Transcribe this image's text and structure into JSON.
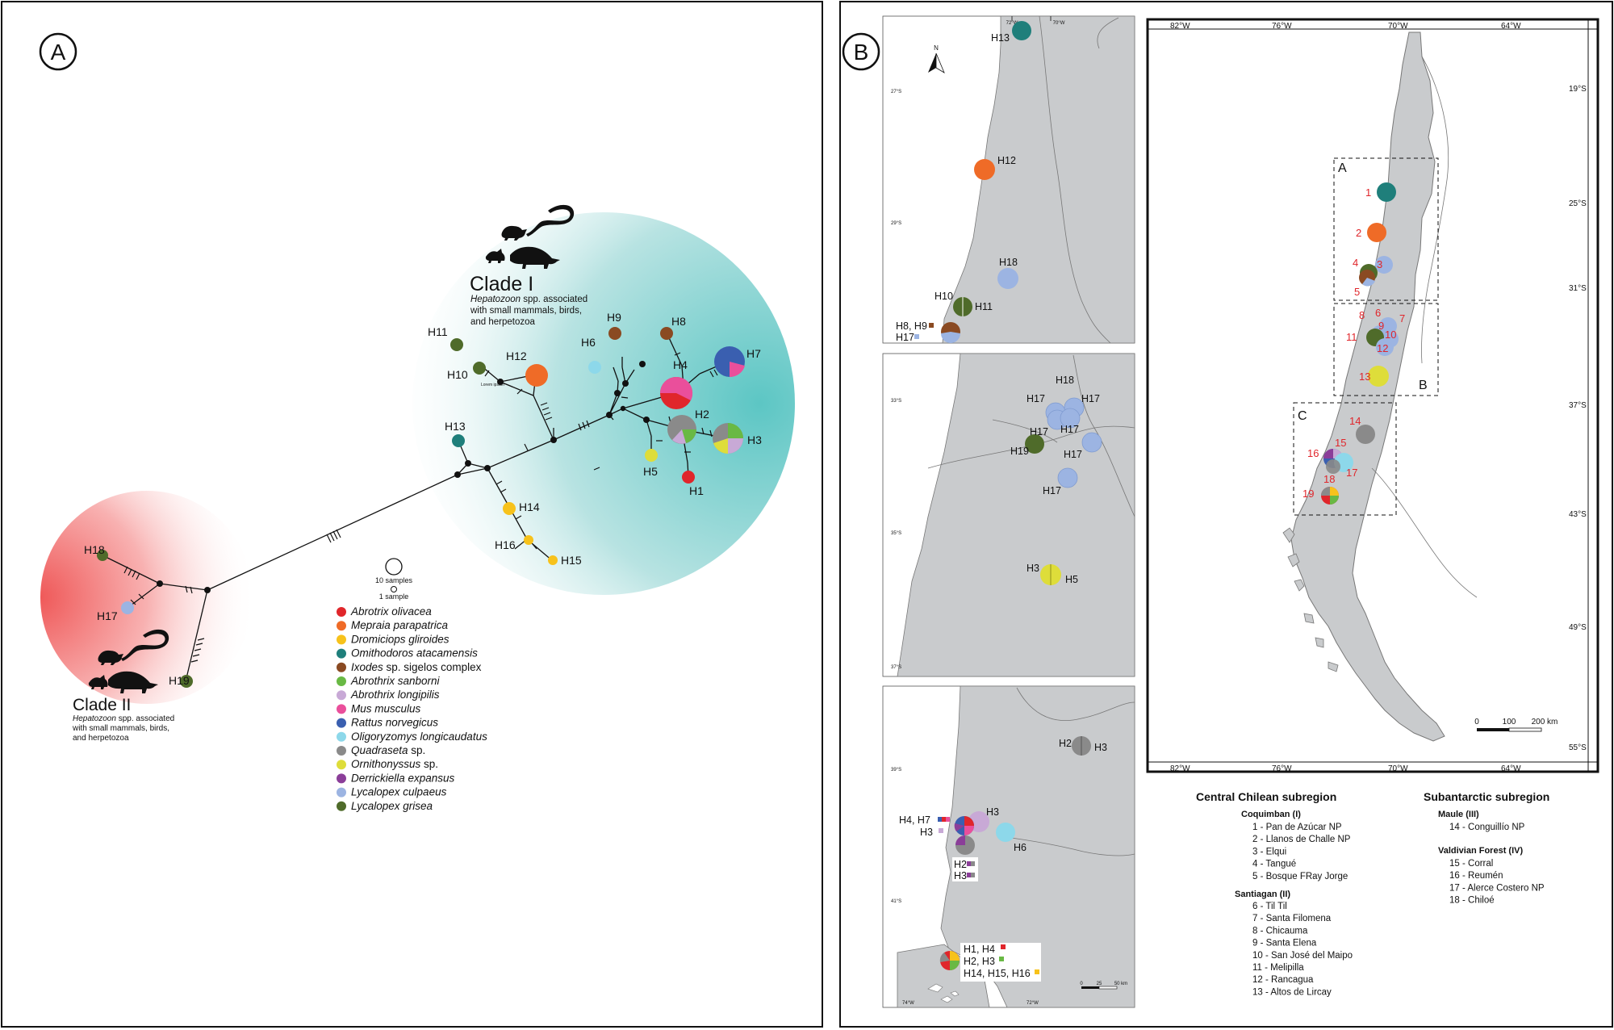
{
  "panel_a": {
    "label": "A",
    "clade1": {
      "title": "Clade I",
      "desc1_italic": "Hepatozoon",
      "desc1_rest": " spp. associated",
      "desc2": "with small mammals, birds,",
      "desc3": "and herpetozoa"
    },
    "clade2": {
      "title": "Clade II",
      "desc1_italic": "Hepatozoon",
      "desc1_rest": " spp. associated",
      "desc2": "with small mammals, birds,",
      "desc3": "and herpetozoa"
    },
    "lorem": "Lorem ipsum",
    "haplotypes": [
      "H1",
      "H2",
      "H3",
      "H4",
      "H5",
      "H6",
      "H7",
      "H8",
      "H9",
      "H10",
      "H11",
      "H12",
      "H13",
      "H14",
      "H15",
      "H16",
      "H17",
      "H18",
      "H19"
    ],
    "size_legend": {
      "big": "10 samples",
      "small": "1 sample"
    },
    "legend": [
      {
        "italic": "Abrotrix olivacea",
        "rest": "",
        "color": "#e0262b"
      },
      {
        "italic": "Mepraia parapatrica",
        "rest": "",
        "color": "#ef6b27"
      },
      {
        "italic": "Dromiciops gliroides",
        "rest": "",
        "color": "#f7c21b"
      },
      {
        "italic": "Omithodoros atacamensis",
        "rest": "",
        "color": "#1f7f7b"
      },
      {
        "italic": "Ixodes",
        "rest": " sp. sigelos complex",
        "color": "#8a4a22"
      },
      {
        "italic": "Abrothrix sanborni",
        "rest": "",
        "color": "#69b944"
      },
      {
        "italic": "Abrothrix longipilis",
        "rest": "",
        "color": "#c8a9d6"
      },
      {
        "italic": "Mus musculus",
        "rest": "",
        "color": "#ea4f9b"
      },
      {
        "italic": "Rattus norvegicus",
        "rest": "",
        "color": "#3a5fb0"
      },
      {
        "italic": "Oligoryzomys longicaudatus",
        "rest": "",
        "color": "#8dd8ea"
      },
      {
        "italic": "Quadraseta",
        "rest": " sp.",
        "color": "#8a8a8a"
      },
      {
        "italic": "Ornithonyssus",
        "rest": " sp.",
        "color": "#dedd3a"
      },
      {
        "italic": "Derrickiella expansus",
        "rest": "",
        "color": "#8b3e99"
      },
      {
        "italic": "Lycalopex culpaeus",
        "rest": "",
        "color": "#9cb4e2"
      },
      {
        "italic": "Lycalopex grisea",
        "rest": "",
        "color": "#4f6b2a"
      }
    ]
  },
  "panel_b": {
    "label": "B",
    "inset_a": {
      "lon_ticks": [
        "72°W",
        "70°W"
      ],
      "lat_ticks": [
        "27°S",
        "29°S"
      ],
      "labels": [
        "H13",
        "H12",
        "H18",
        "H10",
        "H11",
        "H8, H9",
        "H17"
      ]
    },
    "inset_b": {
      "lat_ticks": [
        "33°S",
        "35°S",
        "37°S"
      ],
      "labels": [
        "H18",
        "H17",
        "H17",
        "H17",
        "H17",
        "H19",
        "H17",
        "H17",
        "H3",
        "H5"
      ]
    },
    "inset_c": {
      "lat_ticks": [
        "39°S",
        "41°S"
      ],
      "lon_ticks": [
        "74°W",
        "72°W"
      ],
      "labels": [
        "H2",
        "H3",
        "H4, H7",
        "H3",
        "H3",
        "H6",
        "H2",
        "H3",
        "H1, H4",
        "H2, H3",
        "H14, H15, H16"
      ],
      "scale": [
        "0",
        "25",
        "50 km"
      ]
    },
    "main_map": {
      "top_lon_ticks": [
        "82°W",
        "76°W",
        "70°W",
        "64°W"
      ],
      "bottom_lon_ticks": [
        "82°W",
        "76°W",
        "70°W",
        "64°W"
      ],
      "lat_ticks": [
        "19°S",
        "25°S",
        "31°S",
        "37°S",
        "43°S",
        "49°S",
        "55°S"
      ],
      "box_labels": [
        "A",
        "B",
        "C"
      ],
      "site_numbers": [
        "1",
        "2",
        "3",
        "4",
        "5",
        "6",
        "7",
        "8",
        "9",
        "10",
        "11",
        "12",
        "13",
        "14",
        "15",
        "16",
        "17",
        "18",
        "19"
      ],
      "scale": [
        "0",
        "100",
        "200 km"
      ]
    },
    "sites_legend": {
      "central_title": "Central Chilean subregion",
      "coquimbo_title": "Coquimban (I)",
      "coquimbo": [
        "1 - Pan de Azúcar NP",
        "2 - Llanos de Challe NP",
        "3 - Elqui",
        "4 - Tangué",
        "5 - Bosque FRay Jorge"
      ],
      "santiago_title": "Santiagan (II)",
      "santiago": [
        "6 - Til Til",
        "7 - Santa Filomena",
        "8 - Chicauma",
        "9 - Santa Elena",
        "10 - San José del Maipo",
        "11 - Melipilla",
        "12 - Rancagua",
        "13 - Altos de Lircay"
      ],
      "subantarctic_title": "Subantarctic subregion",
      "maule_title": "Maule (III)",
      "maule": [
        "14 - Conguillío NP"
      ],
      "valdivian_title": "Valdivian Forest (IV)",
      "valdivian": [
        "15 - Corral",
        "16 - Reumén",
        "17 - Alerce Costero NP",
        "18 - Chiloé"
      ]
    }
  }
}
